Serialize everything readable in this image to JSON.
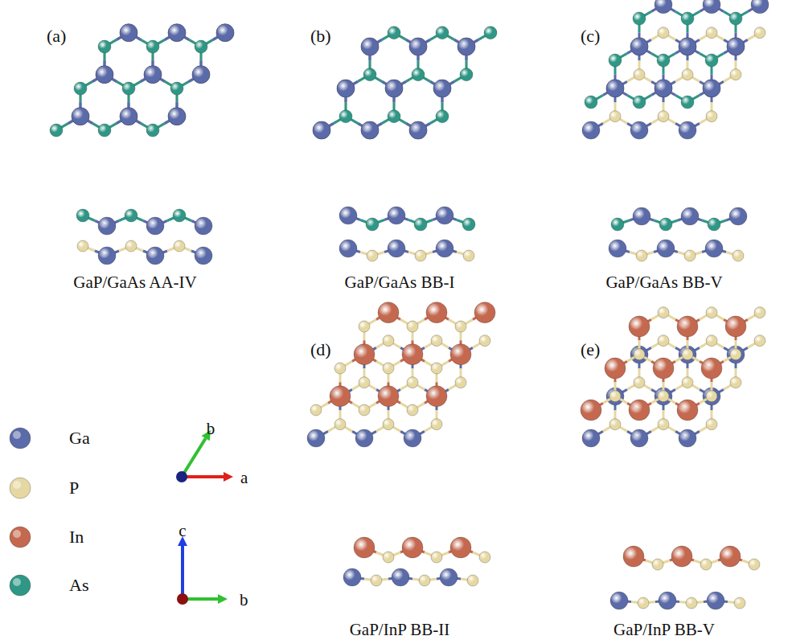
{
  "diagram": {
    "labels": [
      "(a)",
      "(b)",
      "(c)",
      "(d)",
      "(e)",
      "GaP/GaAs AA-IV",
      "GaP/GaAs BB-I",
      "GaP/GaAs BB-V",
      "GaP/InP BB-II",
      "GaP/InP BB-V",
      "b",
      "a",
      "c",
      "b"
    ],
    "legend": [
      {
        "text": "Ga",
        "color": "#5b6aa8"
      },
      {
        "text": "P",
        "color": "#e6d8a2"
      },
      {
        "text": "In",
        "color": "#c4694f"
      },
      {
        "text": "As",
        "color": "#2f9786"
      }
    ]
  }
}
